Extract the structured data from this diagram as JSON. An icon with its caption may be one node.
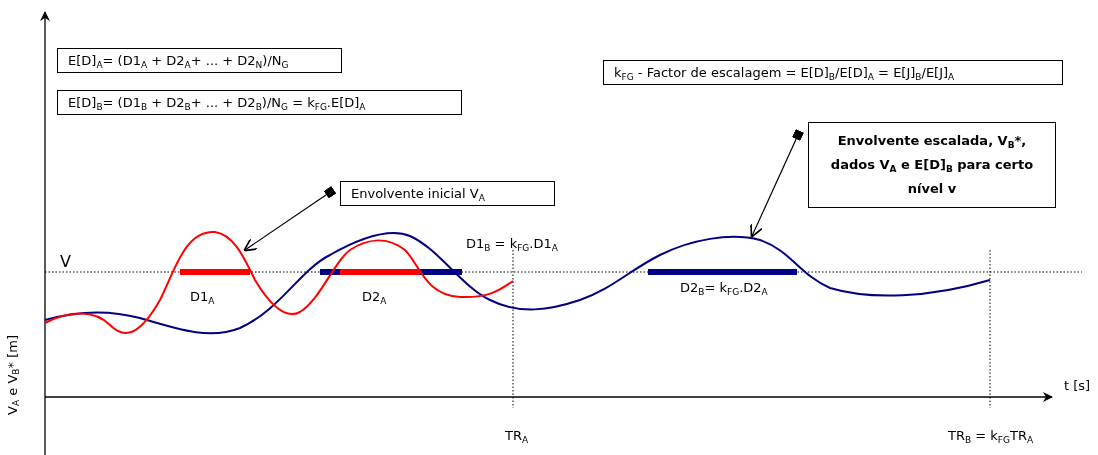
{
  "diagram": {
    "nodes": [
      {
        "text": [
          "E[D]$_{A}$= (D1$_{A}$ + D2$_{A}$+ ... + D2$_{N}$)/N$_{G}$"
        ]
      },
      {
        "text": [
          "E[D]$_{B}$= (D1$_{B}$ + D2$_{B}$+ ... + D2$_{B}$)/N$_{G}$ = k$_{FG}$.E[D]$_{A}$"
        ]
      },
      {
        "text": [
          "k$_{FG}$ - Factor de escalagem = E[D]$_{B}$/E[D]$_{A}$ = E[J]$_{B}$/E[J]$_{A}$"
        ]
      },
      {
        "text": [
          "Envolvente inicial V$_{A}$"
        ]
      },
      {
        "text": [
          "Envolvente escalada, V$_{B}$*, dados V$_{A}$ e E[D]$_{B}$ para certo nível v"
        ]
      }
    ],
    "edges": [
      {
        "from": 3,
        "to": null,
        "arrow": "to"
      },
      {
        "from": 4,
        "to": null,
        "arrow": "to"
      }
    ],
    "labels": [
      "V",
      "D1$_{A}$",
      "D2$_{A}$",
      "D1$_{B}$ = k$_{FG}$.D1$_{A}$",
      "D2$_{B}$= k$_{FG}$.D2$_{A}$",
      "V$_{A}$ e V$_{B}$* [m]",
      "t [s]",
      "TR$_{A}$",
      "TR$_{B}$ = k$_{FG}$TR$_{A}$"
    ]
  }
}
